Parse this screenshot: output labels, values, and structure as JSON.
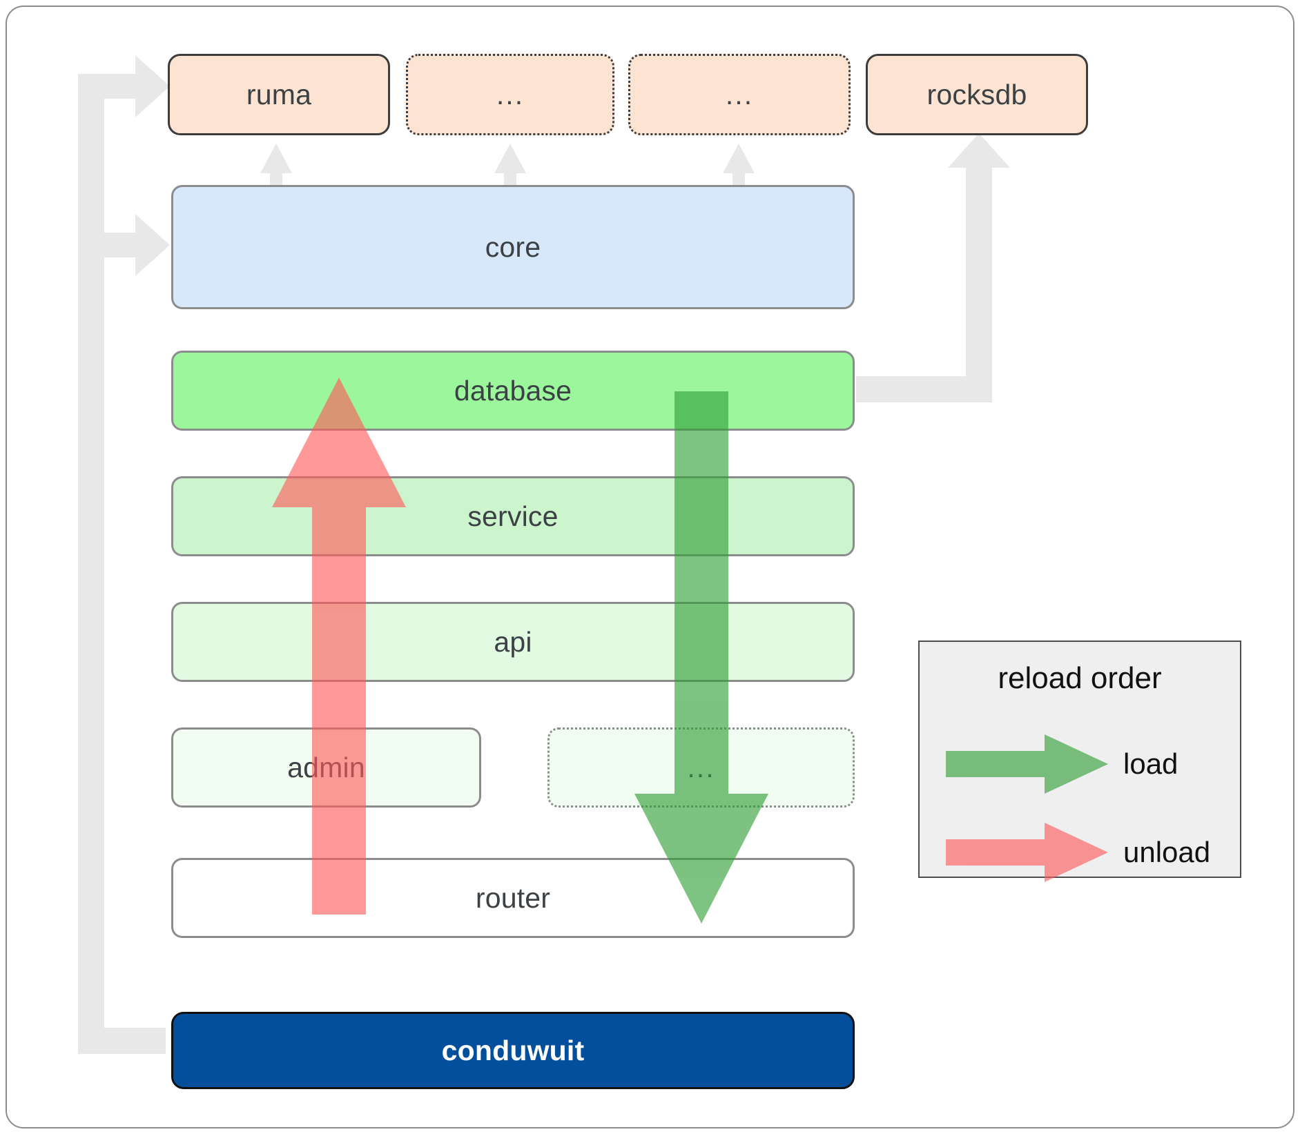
{
  "diagram": {
    "title": "conduwuit crate architecture / reload order",
    "type": "layered-architecture"
  },
  "colors": {
    "dependency_fill": "#FDE4D2",
    "dependency_border": "#3C3C3C",
    "core_fill": "#D7E8FB",
    "core_border": "#8C8C8C",
    "database_fill": "#9CF79C",
    "service_fill": "#CDF5CD",
    "api_fill": "#E2FAE2",
    "admin_fill": "#F0FDF0",
    "router_fill": "#FFFFFF",
    "layer_border": "#8C8C8C",
    "app_fill": "#034F9C",
    "app_text": "#FFFFFF",
    "app_border": "#111111",
    "connector_gray": "#E8E8E8",
    "load_green": "#4CAF50",
    "unload_red": "#FF7B7B",
    "legend_bg": "#EFEFEF",
    "legend_border": "#4D4D4D",
    "frame_border": "#8C8C8C",
    "text": "#3B4145"
  },
  "dependencies": [
    {
      "label": "ruma",
      "style": "solid"
    },
    {
      "label": "...",
      "style": "dotted"
    },
    {
      "label": "...",
      "style": "dotted"
    },
    {
      "label": "rocksdb",
      "style": "solid"
    }
  ],
  "core": {
    "label": "core"
  },
  "layers": [
    {
      "label": "database",
      "style": "solid"
    },
    {
      "label": "service",
      "style": "solid"
    },
    {
      "label": "api",
      "style": "solid"
    },
    {
      "label": "admin",
      "style": "solid"
    },
    {
      "label": "...",
      "style": "dotted"
    },
    {
      "label": "router",
      "style": "solid"
    }
  ],
  "app": {
    "label": "conduwuit"
  },
  "legend": {
    "title": "reload order",
    "items": [
      {
        "label": "load",
        "color": "#4CAF50",
        "direction": "down"
      },
      {
        "label": "unload",
        "color": "#FF7B7B",
        "direction": "up"
      }
    ]
  },
  "arrows": {
    "load": {
      "label": "load",
      "from": "database",
      "to": "router"
    },
    "unload": {
      "label": "unload",
      "from": "router",
      "to": "database"
    }
  }
}
